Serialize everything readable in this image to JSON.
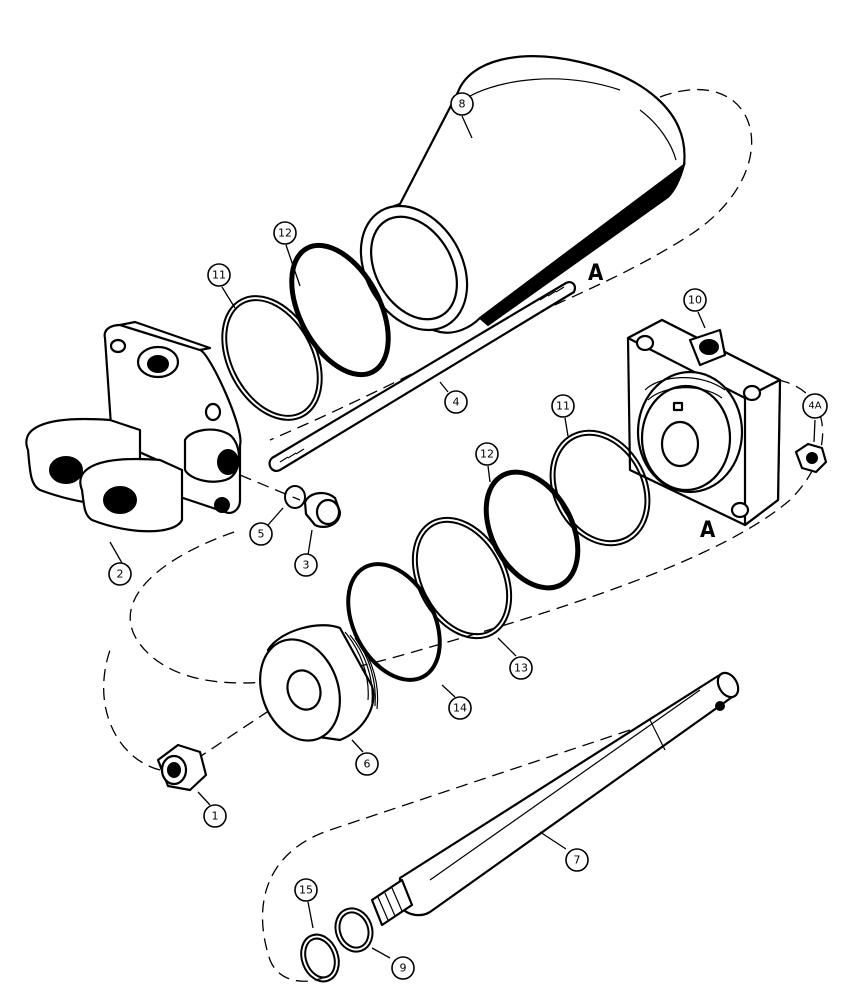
{
  "callouts": [
    {
      "id": "1",
      "label": "1"
    },
    {
      "id": "2",
      "label": "2"
    },
    {
      "id": "3",
      "label": "3"
    },
    {
      "id": "4",
      "label": "4"
    },
    {
      "id": "4A",
      "label": "4A"
    },
    {
      "id": "5",
      "label": "5"
    },
    {
      "id": "6",
      "label": "6"
    },
    {
      "id": "7",
      "label": "7"
    },
    {
      "id": "8",
      "label": "8"
    },
    {
      "id": "9",
      "label": "9"
    },
    {
      "id": "10",
      "label": "10"
    },
    {
      "id": "11a",
      "label": "11"
    },
    {
      "id": "11b",
      "label": "11"
    },
    {
      "id": "12a",
      "label": "12"
    },
    {
      "id": "12b",
      "label": "12"
    },
    {
      "id": "13",
      "label": "13"
    },
    {
      "id": "14",
      "label": "14"
    },
    {
      "id": "15",
      "label": "15"
    }
  ],
  "reference_marks": {
    "top": "A",
    "bottom": "A"
  }
}
